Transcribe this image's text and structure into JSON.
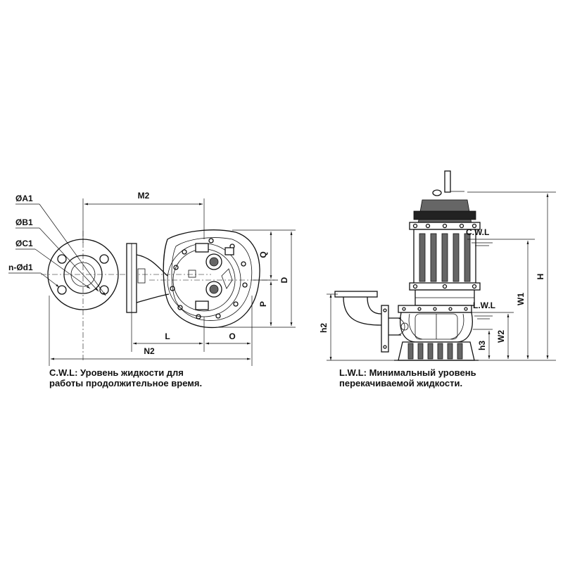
{
  "labels": {
    "phi_a1": "ØA1",
    "phi_b1": "ØB1",
    "phi_c1": "ØC1",
    "n_phi_d1": "n-Ød1",
    "m2": "M2",
    "q": "Q",
    "p": "P",
    "d": "D",
    "l": "L",
    "o": "O",
    "n2": "N2",
    "cwl": "C.W.L",
    "lwl": "L.W.L",
    "h": "H",
    "w1": "W1",
    "w2": "W2",
    "h2": "h2",
    "h3": "h3"
  },
  "notes": {
    "cwl_line1": "C.W.L: Уровень жидкости для",
    "cwl_line2": "работы продолжительное время.",
    "lwl_line1": "L.W.L: Минимальный уровень",
    "lwl_line2": "перекачиваемой жидкости."
  }
}
